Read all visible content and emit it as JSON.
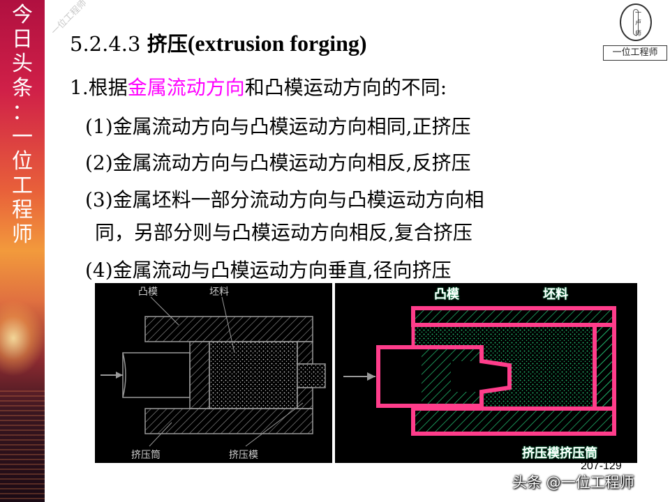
{
  "sidebar": {
    "text": "今\n日\n头\n条\n：\n一\n位\n工\n程\n师"
  },
  "diagonal_watermark": "一位工程师",
  "logo": {
    "label": "一位工程师"
  },
  "title": {
    "number": "5.2.4.3",
    "zh": "挤压",
    "en": "(extrusion forging)"
  },
  "lines": {
    "l1_prefix": "1.根据",
    "l1_highlight": "金属流动方向",
    "l1_suffix": "和凸模运动方向的不同:",
    "l2": "(1)金属流动方向与凸模运动方向相同,正挤压",
    "l3": "(2)金属流动方向与凸模运动方向相反,反挤压",
    "l4a": "(3)金属坯料一部分流动方向与凸模运动方向相",
    "l4b": "同，另部分则与凸模运动方向相反,复合挤压",
    "l5": "(4)金属流动与凸模运动方向垂直,径向挤压"
  },
  "figure_left": {
    "label_punch": "凸模",
    "label_billet": "坯料",
    "label_container": "挤压筒",
    "label_die": "挤压模"
  },
  "figure_right": {
    "label_punch": "凸模",
    "label_billet": "坯料",
    "label_bottom": "挤压模挤压筒"
  },
  "page_number": "207-129",
  "watermark": "头条 @一位工程师",
  "colors": {
    "highlight": "#ff00ff",
    "pink_outline": "#ff3d8b",
    "green_hatch": "#21b36b"
  }
}
